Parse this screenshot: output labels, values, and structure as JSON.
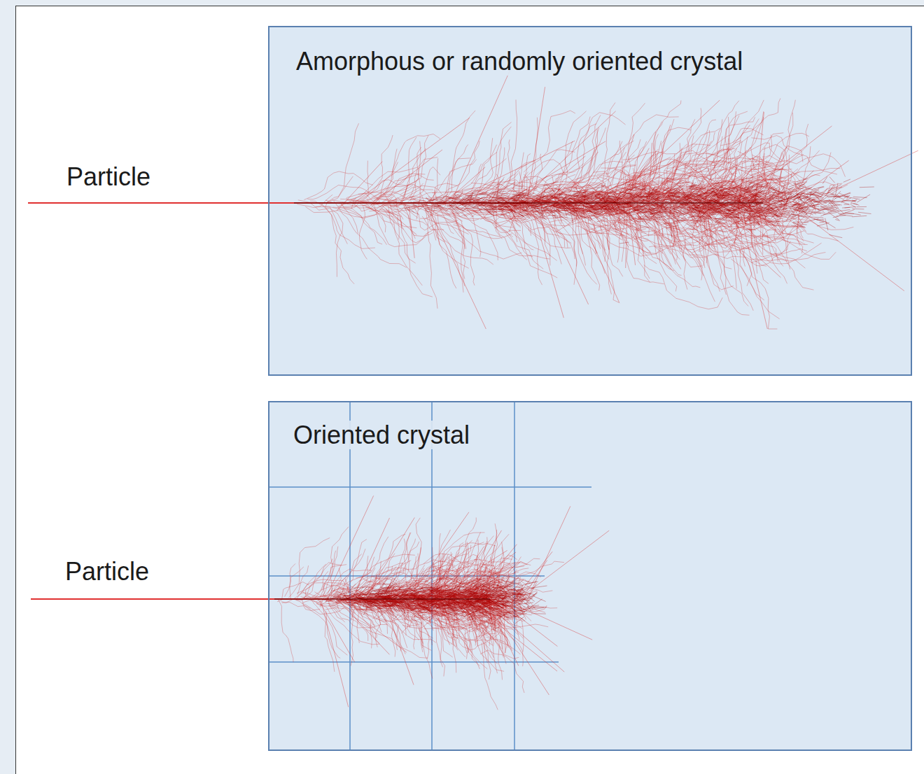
{
  "diagram": {
    "nodes": [
      {
        "text": [
          "Amorphous or randomly oriented crystal"
        ]
      },
      {
        "text": [
          "Oriented crystal"
        ]
      }
    ],
    "labels": [
      "Particle",
      "Particle"
    ]
  }
}
